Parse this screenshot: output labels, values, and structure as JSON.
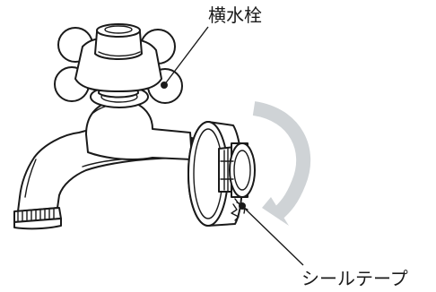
{
  "labels": {
    "handle": "横水栓",
    "tape": "シールテープ"
  },
  "colors": {
    "line": "#1a1a1a",
    "arrow": "#cfd3d6",
    "background": "#ffffff"
  },
  "icons": {
    "rotation_arrow": "curved-arrow-clockwise",
    "tape_wrap": "seal-tape-spiral"
  }
}
